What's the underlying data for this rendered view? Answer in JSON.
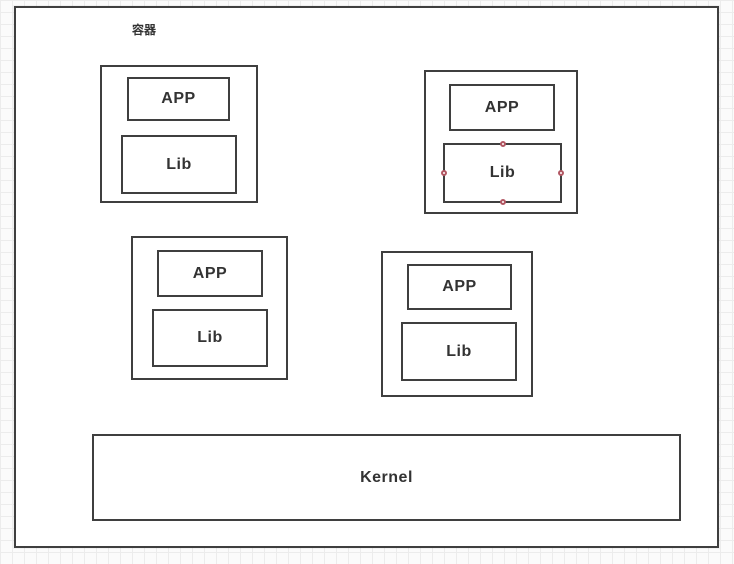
{
  "diagram": {
    "canvas_label": "容器",
    "containers": [
      {
        "app_label": "APP",
        "lib_label": "Lib"
      },
      {
        "app_label": "APP",
        "lib_label": "Lib",
        "lib_selected": true
      },
      {
        "app_label": "APP",
        "lib_label": "Lib"
      },
      {
        "app_label": "APP",
        "lib_label": "Lib"
      }
    ],
    "kernel_label": "Kernel"
  },
  "colors": {
    "shape_border": "#3f3f3f",
    "text_color": "#333333",
    "connection_handle": "#b25763",
    "grid_line": "#ececec",
    "page_bg": "#ffffff"
  }
}
